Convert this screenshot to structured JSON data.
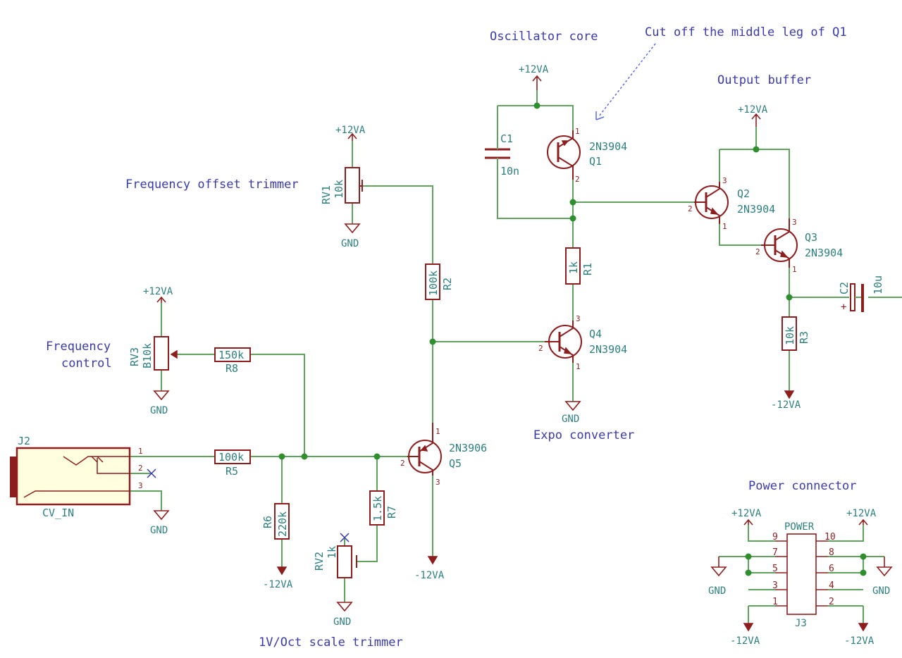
{
  "notes": {
    "oscillator_core": "Oscillator core",
    "cut_leg": "Cut off the middle leg of Q1",
    "output_buffer": "Output buffer",
    "freq_offset": "Frequency offset trimmer",
    "freq_control_1": "Frequency",
    "freq_control_2": "control",
    "expo_converter": "Expo converter",
    "power_connector": "Power connector",
    "scale_trimmer": "1V/Oct scale trimmer"
  },
  "power": {
    "pos": "+12VA",
    "neg": "-12VA",
    "gnd": "GND"
  },
  "components": {
    "C1": {
      "ref": "C1",
      "value": "10n"
    },
    "C2": {
      "ref": "C2",
      "value": "10u"
    },
    "Q1": {
      "ref": "Q1",
      "value": "2N3904"
    },
    "Q2": {
      "ref": "Q2",
      "value": "2N3904"
    },
    "Q3": {
      "ref": "Q3",
      "value": "2N3904"
    },
    "Q4": {
      "ref": "Q4",
      "value": "2N3904"
    },
    "Q5": {
      "ref": "Q5",
      "value": "2N3906"
    },
    "R1": {
      "ref": "R1",
      "value": "1k"
    },
    "R2": {
      "ref": "R2",
      "value": "100k"
    },
    "R3": {
      "ref": "R3",
      "value": "10k"
    },
    "R5": {
      "ref": "R5",
      "value": "100k"
    },
    "R6": {
      "ref": "R6",
      "value": "220k"
    },
    "R7": {
      "ref": "R7",
      "value": "1.5k"
    },
    "R8": {
      "ref": "R8",
      "value": "150k"
    },
    "RV1": {
      "ref": "RV1",
      "value": "10k"
    },
    "RV2": {
      "ref": "RV2",
      "value": "1k"
    },
    "RV3": {
      "ref": "RV3",
      "value": "B10k"
    },
    "J2": {
      "ref": "J2",
      "value": "CV_IN"
    },
    "J3": {
      "ref": "J3",
      "value": "POWER"
    }
  },
  "pins": {
    "p1": "1",
    "p2": "2",
    "p3": "3",
    "p4": "4",
    "p5": "5",
    "p6": "6",
    "p7": "7",
    "p8": "8",
    "p9": "9",
    "p10": "10"
  },
  "colors": {
    "wire": "#5ea45e",
    "part": "#8e1e1e",
    "text": "#2e8080",
    "note": "#3a3ab0"
  }
}
